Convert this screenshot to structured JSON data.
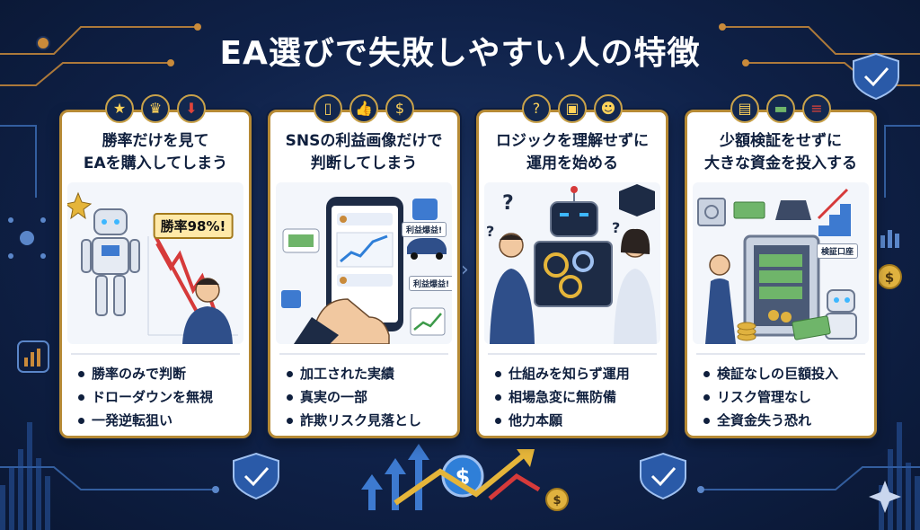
{
  "title": "EA選びで失敗しやすい人の特徴",
  "cards": [
    {
      "icons": [
        "star-icon",
        "trophy-icon",
        "down-arrow-icon"
      ],
      "heading_line1": "勝率だけを見て",
      "heading_line2": "EAを購入してしまう",
      "badge": "勝率98%!",
      "bullets": [
        "勝率のみで判断",
        "ドローダウンを無視",
        "一発逆転狙い"
      ]
    },
    {
      "icons": [
        "smartphone-icon",
        "thumbs-up-icon",
        "money-bag-icon"
      ],
      "heading_line1": "SNSの利益画像だけで",
      "heading_line2": "判断してしまう",
      "tag1": "利益爆益!",
      "tag2": "利益爆益!",
      "bullets": [
        "加工された実績",
        "真実の一部",
        "詐欺リスク見落とし"
      ]
    },
    {
      "icons": [
        "question-icon",
        "box-icon",
        "user-thinking-icon"
      ],
      "heading_line1": "ロジックを理解せずに",
      "heading_line2": "運用を始める",
      "bullets": [
        "仕組みを知らず運用",
        "相場急変に無防備",
        "他力本願"
      ]
    },
    {
      "icons": [
        "safe-icon",
        "cash-icon",
        "coins-icon"
      ],
      "heading_line1": "少額検証をせずに",
      "heading_line2": "大きな資金を投入する",
      "tag1": "検証口座",
      "bullets": [
        "検証なしの巨額投入",
        "リスク管理なし",
        "全資金失う恐れ"
      ]
    }
  ]
}
